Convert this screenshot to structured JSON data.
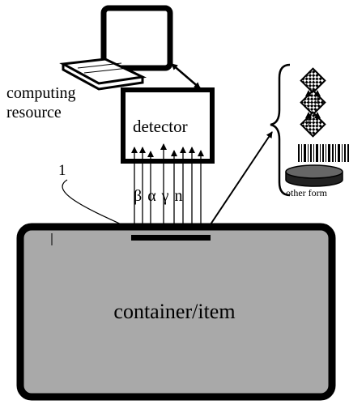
{
  "labels": {
    "computing_resource": [
      "computing",
      "resource"
    ],
    "detector": "detector",
    "marker_ref": "1",
    "radiation": [
      "β",
      "α",
      "γ",
      "n"
    ],
    "other_forms": "other form",
    "container": "container/item"
  },
  "icons": {
    "computer": "laptop-computer-icon",
    "codes": "2d-code-tag-icon",
    "barcode": "barcode-icon",
    "disc": "rfid-disc-tag-icon"
  },
  "colors": {
    "line": "#000000",
    "container_fill": "#a9a9a9",
    "background": "#ffffff"
  }
}
